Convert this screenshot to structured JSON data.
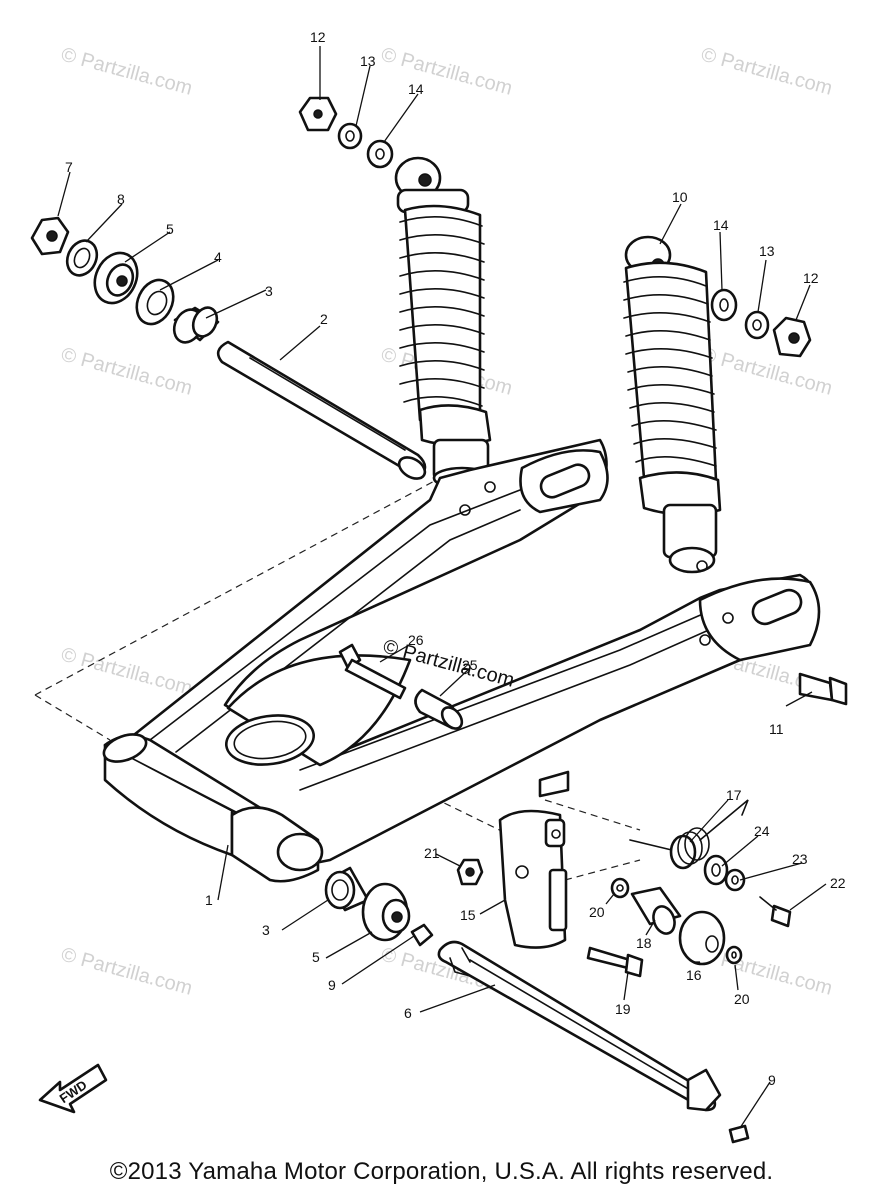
{
  "diagram": {
    "watermark": "© Partzilla.com",
    "center_watermark": "© Partzilla.com",
    "fwd_label": "FWD",
    "callouts": [
      "1",
      "2",
      "3",
      "3",
      "4",
      "5",
      "5",
      "6",
      "7",
      "8",
      "9",
      "9",
      "10",
      "11",
      "12",
      "12",
      "13",
      "13",
      "14",
      "14",
      "15",
      "16",
      "17",
      "18",
      "19",
      "20",
      "20",
      "21",
      "22",
      "23",
      "24",
      "25",
      "26"
    ]
  },
  "footer": {
    "copyright": "©2013  Yamaha Motor Corporation, U.S.A. All rights reserved."
  }
}
